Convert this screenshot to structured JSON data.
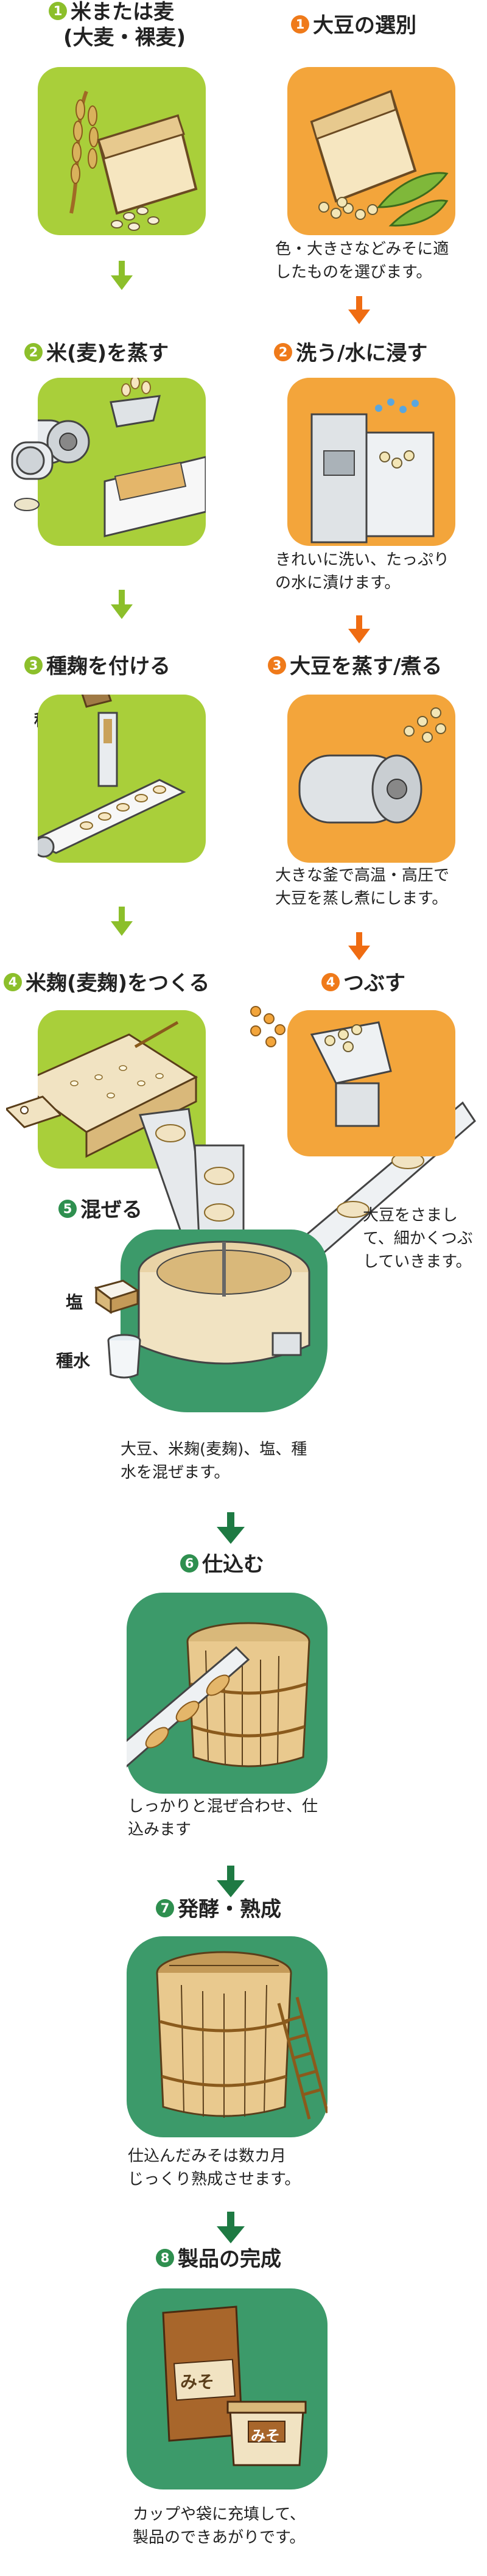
{
  "steps": {
    "s1a": {
      "num": "1",
      "title": "米または麦",
      "subtitle": "(大麦・裸麦)"
    },
    "s1b": {
      "num": "1",
      "title": "大豆の選別",
      "caption_1": "色・大きさなどみそに適",
      "caption_2": "したものを選びます。"
    },
    "s2a": {
      "num": "2",
      "title": "米(麦)を蒸す"
    },
    "s2b": {
      "num": "2",
      "title": "洗う/水に浸す",
      "caption_1": "きれいに洗い、たっぷり",
      "caption_2": "の水に漬けます。"
    },
    "s3a": {
      "num": "3",
      "title": "種麹を付ける",
      "label": "種麹"
    },
    "s3b": {
      "num": "3",
      "title": "大豆を蒸す/煮る",
      "caption_1": "大きな釜で高温・高圧で",
      "caption_2": "大豆を蒸し煮にします。"
    },
    "s4a": {
      "num": "4",
      "title": "米麹(麦麹)をつくる"
    },
    "s4b": {
      "num": "4",
      "title": "つぶす",
      "caption_1": "大豆をさまし",
      "caption_2": "て、細かくつぶ",
      "caption_3": "していきます。"
    },
    "s5": {
      "num": "5",
      "title": "混ぜる",
      "label_salt": "塩",
      "label_water": "種水",
      "caption_1": "大豆、米麹(麦麹)、塩、種",
      "caption_2": "水を混ぜます。"
    },
    "s6": {
      "num": "6",
      "title": "仕込む",
      "caption_1": "しっかりと混ぜ合わせ、仕",
      "caption_2": "込みます"
    },
    "s7": {
      "num": "7",
      "title": "発酵・熟成",
      "caption_1": "仕込んだみそは数カ月",
      "caption_2": "じっくり熟成させます。"
    },
    "s8": {
      "num": "8",
      "title": "製品の完成",
      "label_bag": "みそ",
      "label_cup": "みそ",
      "caption_1": "カップや袋に充填して、",
      "caption_2": "製品のできあがりです。"
    }
  },
  "colors": {
    "lime": "#a9cf3a",
    "orange": "#f3a53b",
    "teal": "#3c9a6a",
    "arrow_green": "#8cbf2b",
    "arrow_orange": "#ef6c12",
    "arrow_dark": "#1e7a43"
  }
}
